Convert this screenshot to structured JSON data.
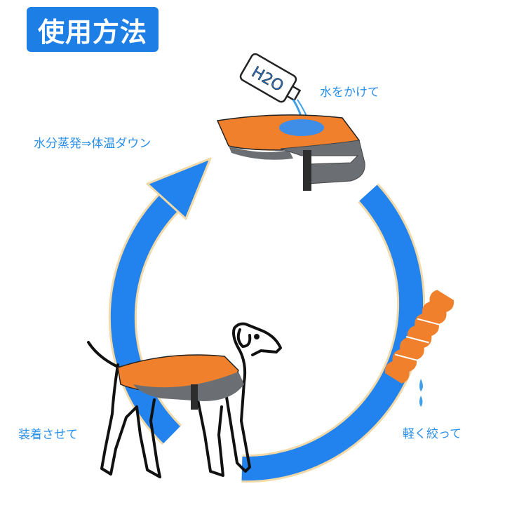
{
  "header": {
    "title": "使用方法"
  },
  "steps": {
    "water": "水をかけて",
    "evaporate": "水分蒸発⇒体温ダウン",
    "wear": "装着させて",
    "wring": "軽く絞って"
  },
  "bottle": {
    "label": "H2O"
  },
  "colors": {
    "accent_blue": "#1d7ee6",
    "circle_blue": "#2283ee",
    "label_blue": "#2a8fea",
    "vest_orange": "#f0802b",
    "vest_gray": "#6b6f73"
  }
}
